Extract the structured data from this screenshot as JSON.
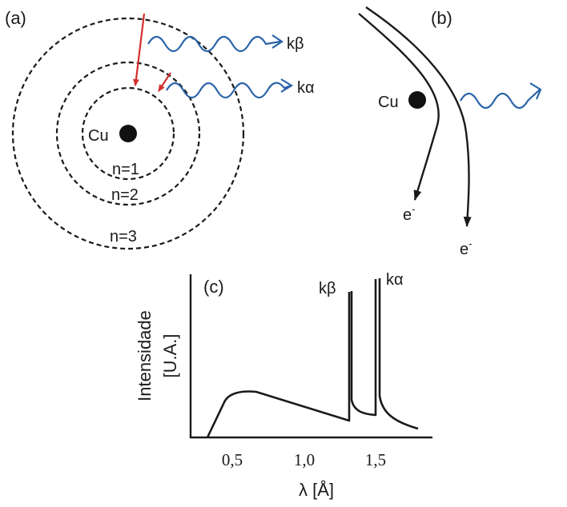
{
  "panel_a": {
    "label": "(a)",
    "nucleus": "Cu",
    "shells": [
      "n=1",
      "n=2",
      "n=3"
    ],
    "emission_kb": "kβ",
    "emission_ka": "kα"
  },
  "panel_b": {
    "label": "(b)",
    "nucleus": "Cu",
    "electron": "e",
    "electron_sup": "-"
  },
  "panel_c": {
    "label": "(c)",
    "ylabel_line1": "Intensidade",
    "ylabel_line2": "[U.A.]",
    "xlabel": "λ [Å]",
    "xticks": [
      "0,5",
      "1,0",
      "1,5"
    ],
    "peak_kb": "kβ",
    "peak_ka": "kα"
  },
  "colors": {
    "transition_arrow": "#d32f2f",
    "photon_wave": "#2a63a8",
    "ink": "#1a1a1a"
  }
}
